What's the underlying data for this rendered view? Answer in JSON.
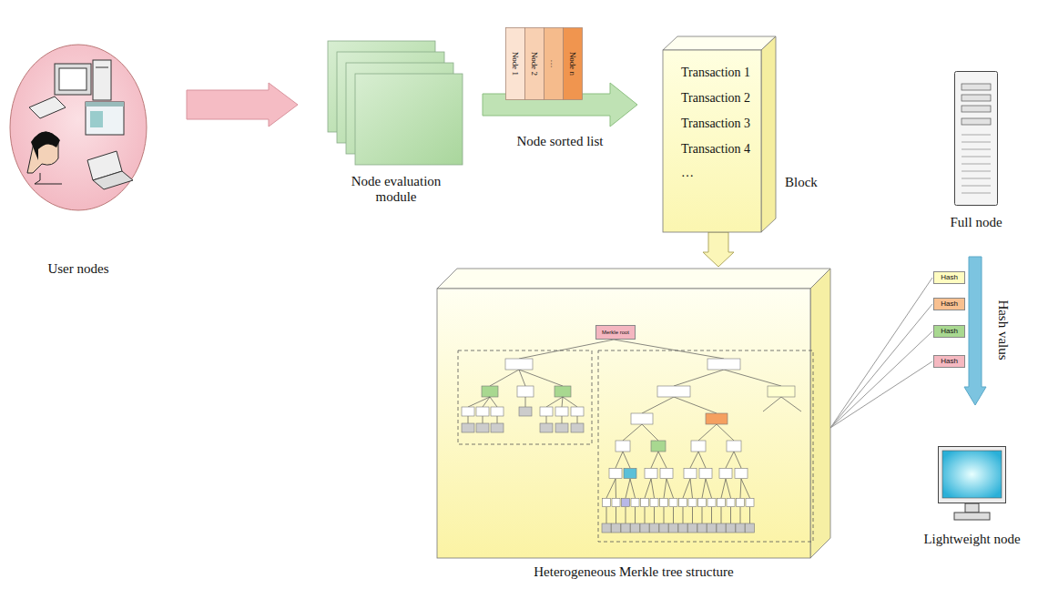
{
  "diagram": {
    "nodes": [
      {
        "text": [
          "User nodes"
        ]
      },
      {
        "text": [
          "Node evaluation module"
        ]
      },
      {
        "text": [
          "Node 1"
        ]
      },
      {
        "text": [
          "Node 2"
        ]
      },
      {
        "text": [
          "…"
        ]
      },
      {
        "text": [
          "Node n"
        ]
      },
      {
        "text": [
          "Transaction 1",
          "Transaction 2",
          "Transaction 3",
          "Transaction 4",
          "…",
          "Block"
        ]
      },
      {
        "text": [
          "Heterogeneous Merkle tree structure"
        ]
      },
      {
        "text": [
          "Merkle root"
        ],
        "in": 7
      },
      {
        "text": [
          "Full node"
        ]
      },
      {
        "text": [
          "Hash"
        ]
      },
      {
        "text": [
          "Hash"
        ]
      },
      {
        "text": [
          "Hash"
        ]
      },
      {
        "text": [
          "Hash"
        ]
      },
      {
        "text": [
          "Lightweight node"
        ]
      }
    ],
    "edges": [
      {
        "from": 0,
        "to": 1,
        "arrow": "to"
      },
      {
        "from": 1,
        "to": 6,
        "label": "Node sorted list",
        "arrow": "to"
      },
      {
        "from": 6,
        "to": 7,
        "arrow": "to"
      },
      {
        "from": 7,
        "to": 10,
        "arrow": "none"
      },
      {
        "from": 7,
        "to": 11,
        "arrow": "none"
      },
      {
        "from": 7,
        "to": 12,
        "arrow": "none"
      },
      {
        "from": 7,
        "to": 13,
        "arrow": "none"
      },
      {
        "from": 9,
        "to": 14,
        "label": "Hash valus",
        "arrow": "to"
      }
    ]
  }
}
